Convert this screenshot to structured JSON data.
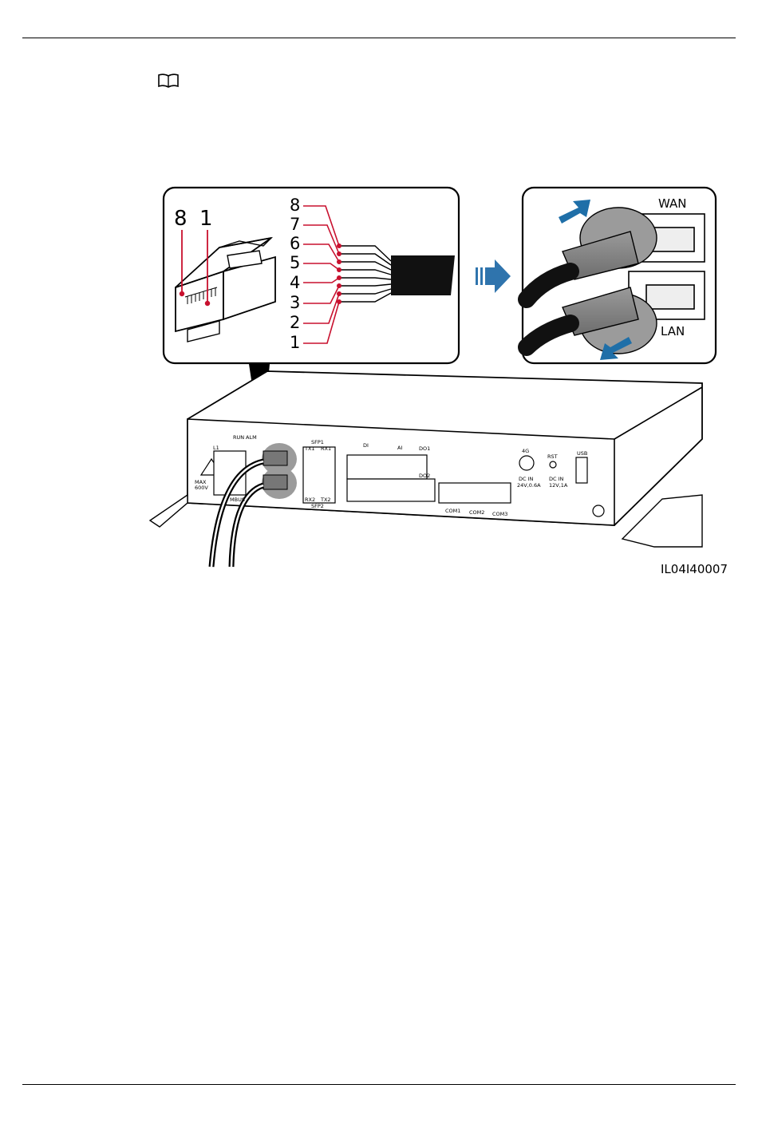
{
  "figure": {
    "pin_numbers": [
      "8",
      "7",
      "6",
      "5",
      "4",
      "3",
      "2",
      "1"
    ],
    "plug_pin_labels": [
      "8",
      "1"
    ],
    "port_labels": {
      "wan": "WAN",
      "lan": "LAN"
    },
    "device_labels": {
      "run": "RUN",
      "alm": "ALM",
      "l1": "L1",
      "max": "MAX",
      "volt": "600V",
      "sfp1": "SFP1",
      "sfp2": "SFP2",
      "tx1": "TX1",
      "rx1": "RX1",
      "rx2": "RX2",
      "tx2": "TX2",
      "di": "DI",
      "ai": "AI",
      "do1": "DO1",
      "do2": "DO2",
      "com1": "COM1",
      "com2": "COM2",
      "com3": "COM3",
      "g4": "4G",
      "rst": "RST",
      "usb": "USB",
      "dc_in_1": "DC IN",
      "dc_in_1_rating": "24V,0.6A",
      "dc_in_2": "DC IN",
      "dc_in_2_rating": "12V,1A",
      "mbus": "MBUS"
    },
    "figure_id": "IL04I40007",
    "colors": {
      "pin_red": "#c8102e",
      "arrow_blue": "#1f6fa8",
      "arrow_grey": "#2f74ad"
    }
  }
}
